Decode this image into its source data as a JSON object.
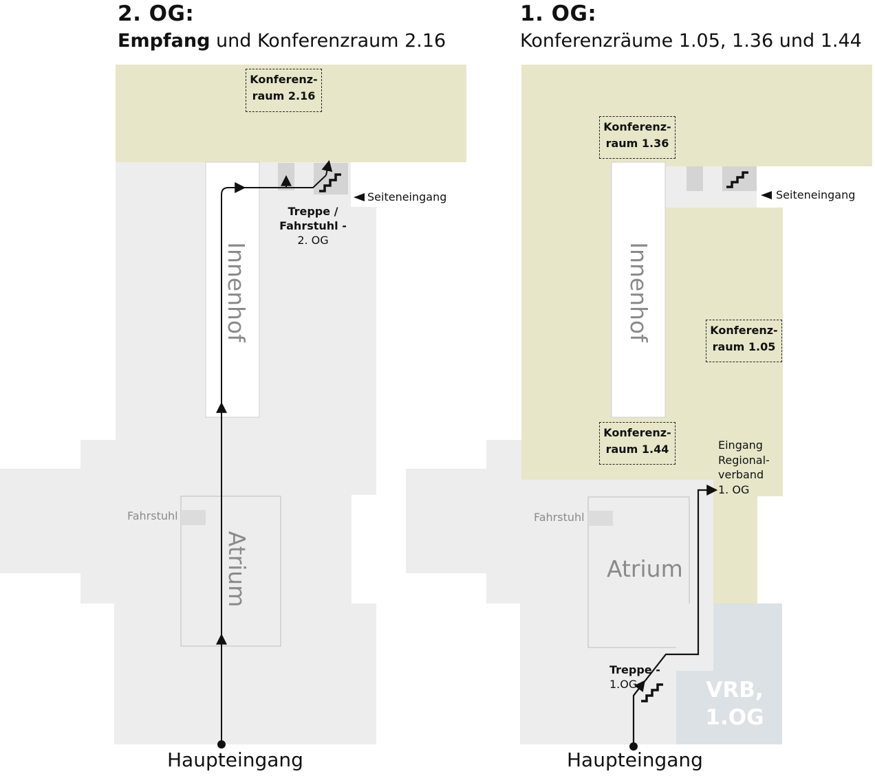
{
  "floor2": {
    "heading": "2. OG:",
    "subtitle_bold": "Empfang",
    "subtitle_rest": " und Konferenzraum 2.16",
    "room_line1": "Konferenz-",
    "room_line2": "raum 2.16",
    "courtyard": "Innenhof",
    "atrium": "Atrium",
    "elevator": "Fahrstuhl",
    "side_entrance": "Seiteneingang",
    "stairs_line1": "Treppe /",
    "stairs_line2": "Fahrstuhl -",
    "stairs_line3": "2. OG",
    "main_entrance": "Haupteingang"
  },
  "floor1": {
    "heading": "1. OG:",
    "subtitle": "Konferenzräume 1.05, 1.36 und 1.44",
    "room_136_line1": "Konferenz-",
    "room_136_line2": "raum 1.36",
    "room_105_line1": "Konferenz-",
    "room_105_line2": "raum 1.05",
    "room_144_line1": "Konferenz-",
    "room_144_line2": "raum 1.44",
    "courtyard": "Innenhof",
    "atrium": "Atrium",
    "elevator": "Fahrstuhl",
    "side_entrance": "Seiteneingang",
    "regional_line1": "Eingang",
    "regional_line2": "Regional-",
    "regional_line3": "verband",
    "regional_line4": "1. OG",
    "stairs_line1": "Treppe -",
    "stairs_line2": "1.OG",
    "vrb_line1": "VRB,",
    "vrb_line2": "1.OG",
    "main_entrance": "Haupteingang"
  },
  "colors": {
    "floor_grey": "#ededed",
    "highlight": "#e8e6c9",
    "vrb_blue": "#dbe1e4",
    "dark_grey": "#d4d4d4",
    "route": "#111111"
  },
  "icons": [
    "stairs-icon",
    "arrow-left-icon",
    "route-arrow-icon",
    "start-dot-icon"
  ]
}
